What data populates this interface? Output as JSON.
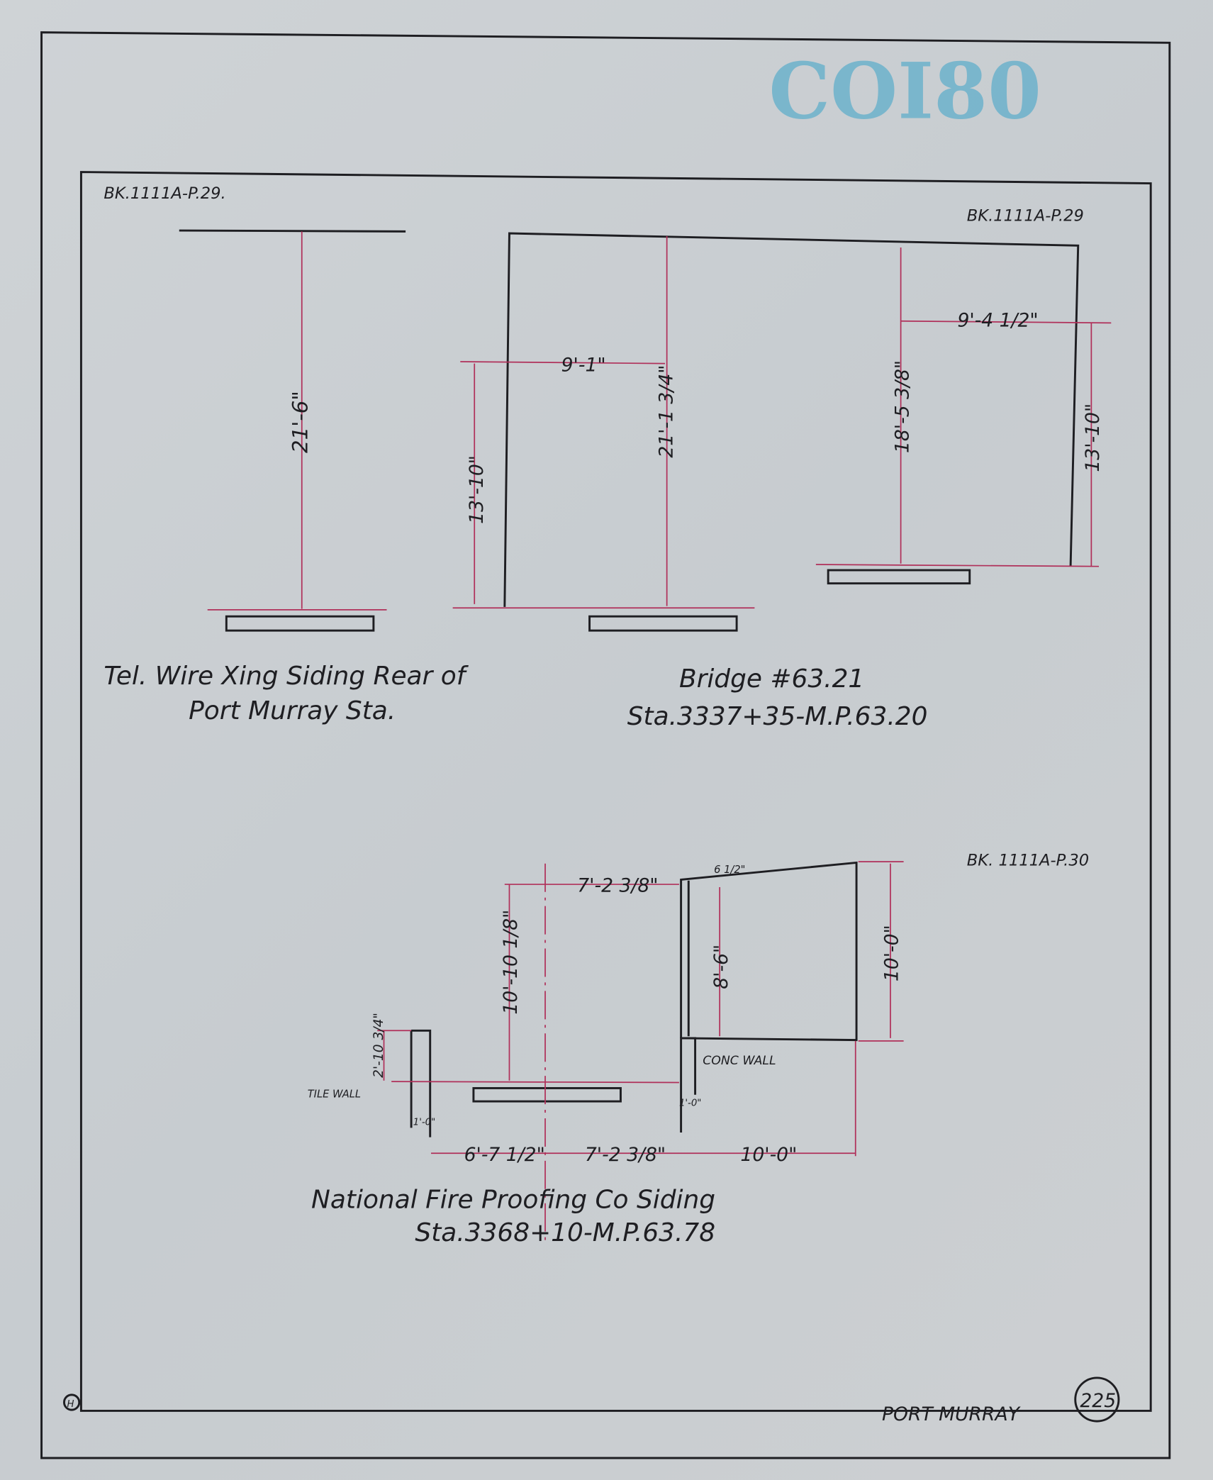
{
  "stamp": {
    "text": "COI80",
    "faint_text": "..."
  },
  "references": {
    "ref_top_left": "BK.1111A-P.29.",
    "ref_top_right": "BK.1111A-P.29",
    "ref_bottom": "BK. 1111A-P.30"
  },
  "figure1": {
    "title_line1": "Tel. Wire Xing Siding Rear of",
    "title_line2": "Port Murray Sta.",
    "dim_height": "21'-6\""
  },
  "figure2": {
    "title_line1": "Bridge #63.21",
    "title_line2": "Sta.3337+35-M.P.63.20",
    "dim_left_width": "9'-1\"",
    "dim_left_clear": "13'-10\"",
    "dim_left_height": "21'-1 3/4\"",
    "dim_right_width": "9'-4 1/2\"",
    "dim_right_height": "18'-5 3/8\"",
    "dim_right_clear": "13'-10\""
  },
  "figure3": {
    "title_line1": "National Fire Proofing Co Siding",
    "title_line2": "Sta.3368+10-M.P.63.78",
    "dim_top_width": "7'-2 3/8\"",
    "dim_top_offset": "6 1/2\"",
    "dim_center_height": "10'-10 1/8\"",
    "dim_wall_inner_height": "8'-6\"",
    "dim_wall_height": "10'-0\"",
    "dim_tile_wall_height": "2'-10 3/4\"",
    "label_tile_wall": "TILE WALL",
    "label_conc_wall": "CONC WALL",
    "dim_tile_wall_thick": "1'-0\"",
    "dim_conc_wall_thick": "1'-0\"",
    "dim_bottom_1": "6'-7 1/2\"",
    "dim_bottom_2": "7'-2 3/8\"",
    "dim_bottom_3": "10'-0\""
  },
  "footer": {
    "location": "PORT MURRAY",
    "sheet_number": "225",
    "corner_mark": "H"
  }
}
